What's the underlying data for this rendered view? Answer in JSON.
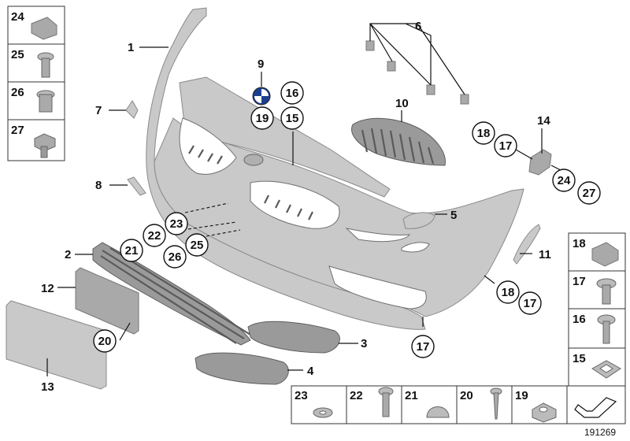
{
  "diagram_id": "191269",
  "callouts": {
    "n1": "1",
    "n2": "2",
    "n3": "3",
    "n4": "4",
    "n5": "5",
    "n6": "6",
    "n7": "7",
    "n8": "8",
    "n9": "9",
    "n10": "10",
    "n11": "11",
    "n12": "12",
    "n13": "13",
    "n14": "14"
  },
  "circled": {
    "c16": "16",
    "c19": "19",
    "c15": "15",
    "c18a": "18",
    "c17a": "17",
    "c24": "24",
    "c27": "27",
    "c23": "23",
    "c22": "22",
    "c21": "21",
    "c26": "26",
    "c25": "25",
    "c20": "20",
    "c18b": "18",
    "c17b": "17",
    "c17c": "17"
  },
  "legend_left": [
    "24",
    "25",
    "26",
    "27"
  ],
  "legend_right": [
    "18",
    "17",
    "16",
    "15"
  ],
  "legend_bottom": [
    "23",
    "22",
    "21",
    "20",
    "19"
  ]
}
